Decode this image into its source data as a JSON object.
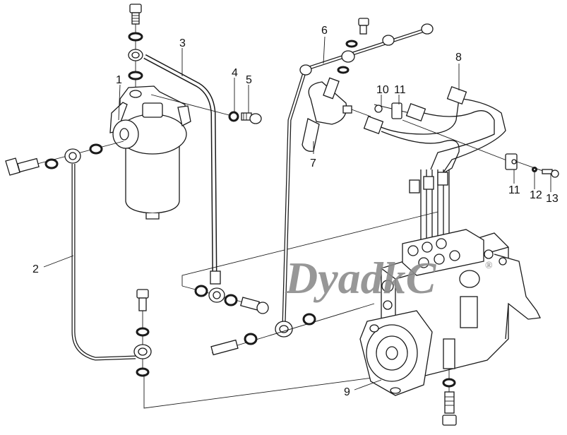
{
  "diagram": {
    "title": "Fuel injection system exploded view",
    "watermark": "DyadkC",
    "watermark_mark": "®",
    "callouts": [
      {
        "id": "1",
        "text": "1",
        "part": "fuel-filter-assembly"
      },
      {
        "id": "2",
        "text": "2",
        "part": "fuel-pipe-lower"
      },
      {
        "id": "3",
        "text": "3",
        "part": "fuel-pipe-upper"
      },
      {
        "id": "4",
        "text": "4",
        "part": "sealing-washer"
      },
      {
        "id": "5",
        "text": "5",
        "part": "banjo-bolt"
      },
      {
        "id": "6",
        "text": "6",
        "part": "fuel-return-pipe"
      },
      {
        "id": "7",
        "text": "7",
        "part": "injector"
      },
      {
        "id": "8",
        "text": "8",
        "part": "high-pressure-pipes"
      },
      {
        "id": "9",
        "text": "9",
        "part": "injection-pump"
      },
      {
        "id": "10",
        "text": "10",
        "part": "nut"
      },
      {
        "id": "11a",
        "text": "11",
        "part": "pipe-clamp-upper"
      },
      {
        "id": "11b",
        "text": "11",
        "part": "pipe-clamp-lower"
      },
      {
        "id": "12",
        "text": "12",
        "part": "washer"
      },
      {
        "id": "13",
        "text": "13",
        "part": "bolt"
      }
    ]
  }
}
